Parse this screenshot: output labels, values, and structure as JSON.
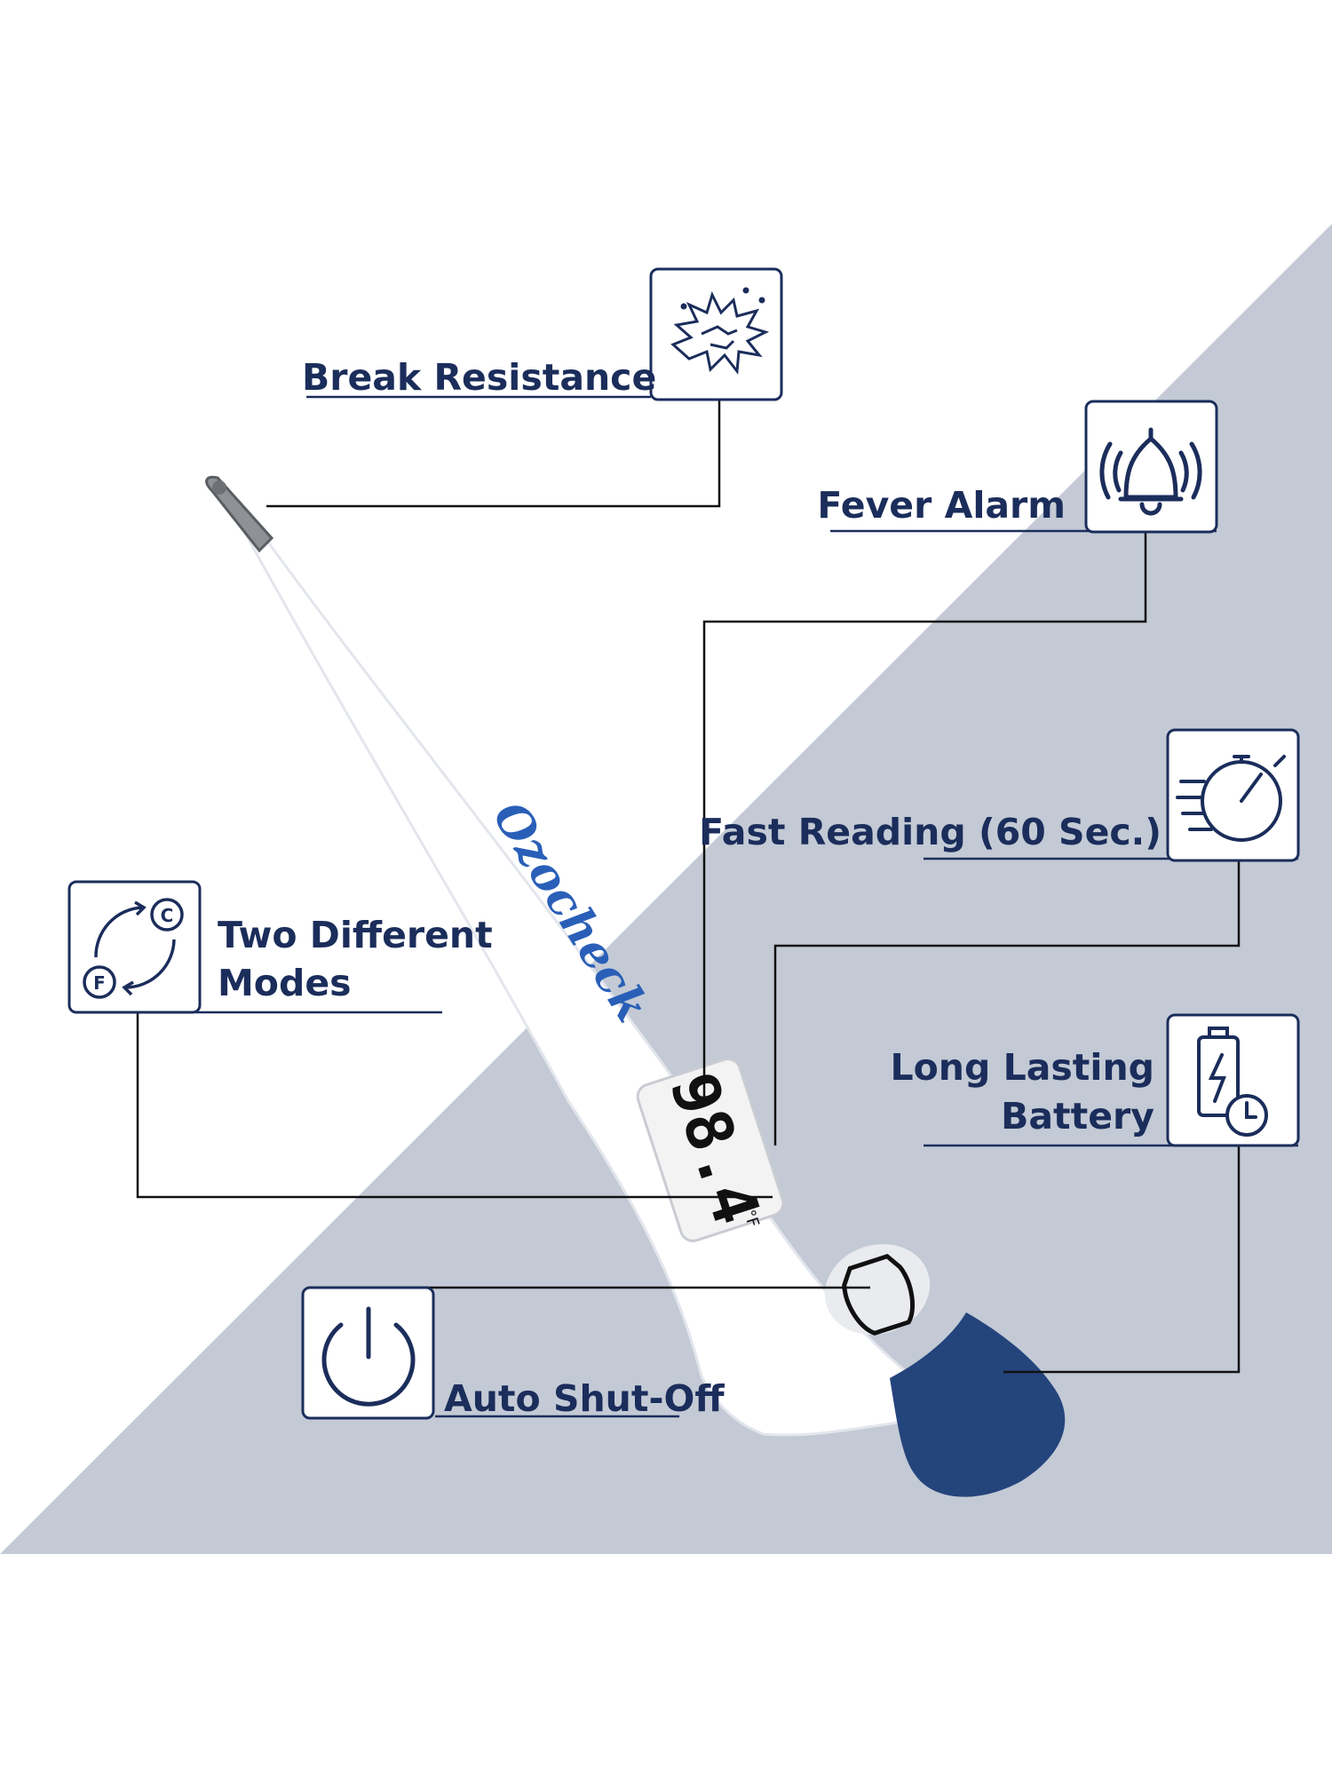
{
  "colors": {
    "navy": "#1b2d5b",
    "panel": "#c3cad5",
    "brand_blue": "#2a5fb8",
    "cap_blue": "#24447c",
    "lcd_bg": "#f3f3f3",
    "background": "#ffffff"
  },
  "device": {
    "brand": "Ozocheck",
    "display_digits": "98.4",
    "display_unit": "°F"
  },
  "features": {
    "break_resistance": {
      "label": "Break Resistance",
      "icon": "shatter-icon"
    },
    "fever_alarm": {
      "label": "Fever Alarm",
      "icon": "bell-ringing-icon"
    },
    "fast_reading": {
      "label": "Fast Reading (60 Sec.)",
      "icon": "stopwatch-icon"
    },
    "two_modes": {
      "label_line1": "Two Different",
      "label_line2": "Modes",
      "icon": "celsius-fahrenheit-switch-icon"
    },
    "battery": {
      "label_line1": "Long Lasting",
      "label_line2": "Battery",
      "icon": "battery-clock-icon"
    },
    "auto_shutoff": {
      "label": "Auto Shut-Off",
      "icon": "power-icon"
    }
  }
}
